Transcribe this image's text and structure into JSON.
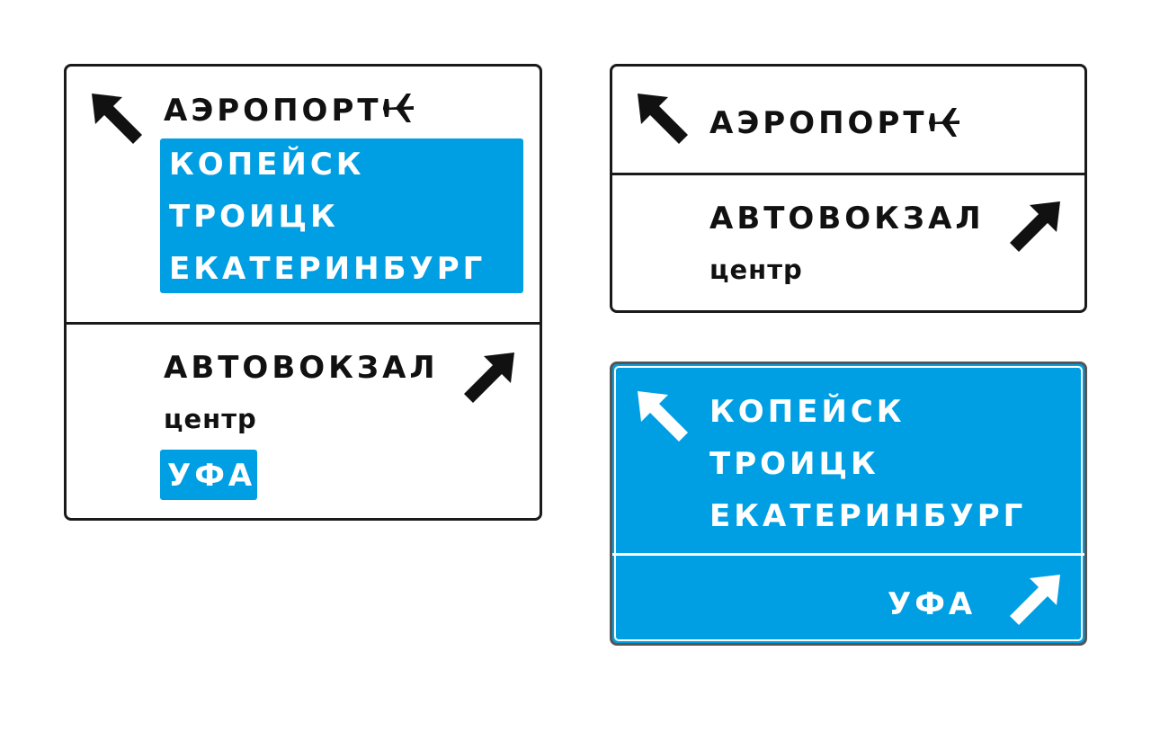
{
  "colors": {
    "sign_blue": "#009fe3",
    "ink": "#111111",
    "border": "#1a1a1a"
  },
  "icons": {
    "arrow_up_left": "arrow-up-left-icon",
    "arrow_up_right": "arrow-up-right-icon",
    "airplane": "airplane-icon"
  },
  "sign1": {
    "top": {
      "label": "АЭРОПОРТ",
      "blue_destinations": [
        "КОПЕЙСК",
        "ТРОИЦК",
        "ЕКАТЕРИНБУРГ"
      ]
    },
    "bottom": {
      "label": "АВТОВОКЗАЛ",
      "sublabel": "центр",
      "blue_destination": "УФА"
    }
  },
  "sign2": {
    "top": {
      "label": "АЭРОПОРТ"
    },
    "bottom": {
      "label": "АВТОВОКЗАЛ",
      "sublabel": "центр"
    }
  },
  "sign3": {
    "top": {
      "destinations": [
        "КОПЕЙСК",
        "ТРОИЦК",
        "ЕКАТЕРИНБУРГ"
      ]
    },
    "bottom": {
      "destination": "УФА"
    }
  }
}
